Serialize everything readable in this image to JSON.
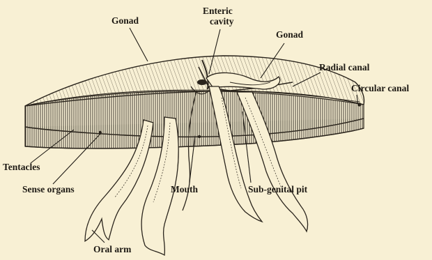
{
  "colors": {
    "background": "#f8f0d4",
    "ink": "#1e1a14"
  },
  "labels": {
    "gonad_left": "Gonad",
    "enteric_line1": "Enteric",
    "enteric_line2": "cavity",
    "gonad_right": "Gonad",
    "radial_canal": "Radial canal",
    "circular_canal": "Circular canal",
    "tentacles": "Tentacles",
    "sense_organs": "Sense organs",
    "mouth": "Mouth",
    "sub_genital_pit": "Sub-genital pit",
    "oral_arm": "Oral arm"
  }
}
